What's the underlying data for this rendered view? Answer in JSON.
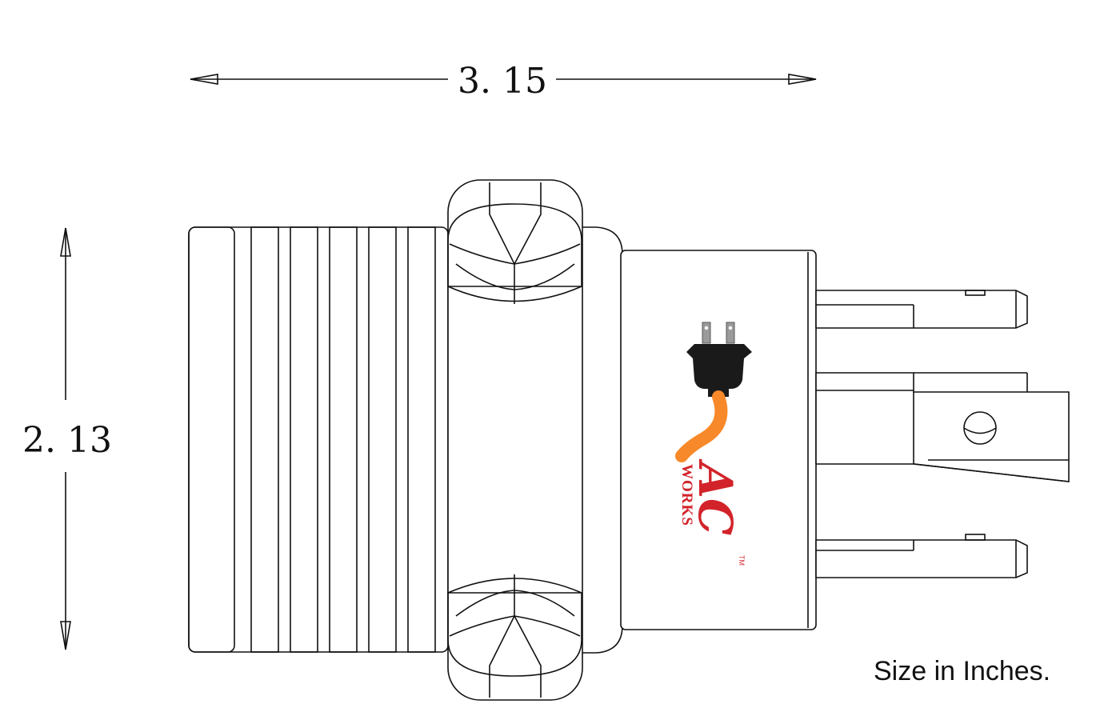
{
  "dimensions": {
    "width_label": "3. 15",
    "height_label": "2. 13"
  },
  "note": "Size in Inches.",
  "brand": {
    "logo_letters": "AC",
    "logo_word": "WORKS",
    "trademark": "TM"
  },
  "colors": {
    "line": "#111111",
    "brand_red": "#d2232a",
    "cord_orange": "#f7892a",
    "plug_black": "#1a1a1a"
  }
}
